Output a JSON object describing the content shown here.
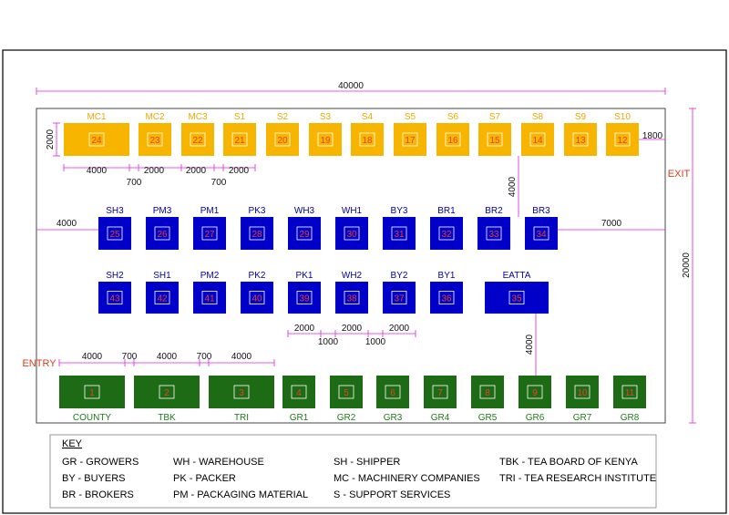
{
  "colors": {
    "orange": "#f7b500",
    "blue": "#0000c8",
    "green": "#1e6b16",
    "dim": "#e020e0",
    "booth_text": "#ffffff",
    "number_text": "#e8402a",
    "orange_label": "#f0a800",
    "blue_label": "#0000aa",
    "green_label": "#1e7a18",
    "exit_entry": "#d2401e"
  },
  "overall_width": "40000",
  "overall_height": "20000",
  "exit_label": "EXIT",
  "entry_label": "ENTRY",
  "row1": [
    {
      "label": "MC1",
      "num": "24"
    },
    {
      "label": "MC2",
      "num": "23"
    },
    {
      "label": "MC3",
      "num": "22"
    },
    {
      "label": "S1",
      "num": "21"
    },
    {
      "label": "S2",
      "num": "20"
    },
    {
      "label": "S3",
      "num": "19"
    },
    {
      "label": "S4",
      "num": "18"
    },
    {
      "label": "S5",
      "num": "17"
    },
    {
      "label": "S6",
      "num": "16"
    },
    {
      "label": "S7",
      "num": "15"
    },
    {
      "label": "S8",
      "num": "14"
    },
    {
      "label": "S9",
      "num": "13"
    },
    {
      "label": "S10",
      "num": "12"
    }
  ],
  "row2": [
    {
      "label": "SH3",
      "num": "25"
    },
    {
      "label": "PM3",
      "num": "26"
    },
    {
      "label": "PM1",
      "num": "27"
    },
    {
      "label": "PK3",
      "num": "28"
    },
    {
      "label": "WH3",
      "num": "29"
    },
    {
      "label": "WH1",
      "num": "30"
    },
    {
      "label": "BY3",
      "num": "31"
    },
    {
      "label": "BR1",
      "num": "32"
    },
    {
      "label": "BR2",
      "num": "33"
    },
    {
      "label": "BR3",
      "num": "34"
    }
  ],
  "row3": [
    {
      "label": "SH2",
      "num": "43"
    },
    {
      "label": "SH1",
      "num": "42"
    },
    {
      "label": "PM2",
      "num": "41"
    },
    {
      "label": "PK2",
      "num": "40"
    },
    {
      "label": "PK1",
      "num": "39"
    },
    {
      "label": "WH2",
      "num": "38"
    },
    {
      "label": "BY2",
      "num": "37"
    },
    {
      "label": "BY1",
      "num": "36"
    },
    {
      "label": "EATTA",
      "num": "35"
    }
  ],
  "row4": [
    {
      "label": "COUNTY",
      "num": "1"
    },
    {
      "label": "TBK",
      "num": "2"
    },
    {
      "label": "TRI",
      "num": "3"
    },
    {
      "label": "GR1",
      "num": "4"
    },
    {
      "label": "GR2",
      "num": "5"
    },
    {
      "label": "GR3",
      "num": "6"
    },
    {
      "label": "GR4",
      "num": "7"
    },
    {
      "label": "GR5",
      "num": "8"
    },
    {
      "label": "GR6",
      "num": "9"
    },
    {
      "label": "GR7",
      "num": "10"
    },
    {
      "label": "GR8",
      "num": "11"
    }
  ],
  "dims": {
    "row1_height": "2000",
    "row1_right_gap": "1800",
    "row1_spacing": [
      "4000",
      "700",
      "2000",
      "2000",
      "700",
      "2000"
    ],
    "vertical_row1_row2": "4000",
    "row2_left": "4000",
    "row2_right": "7000",
    "row3_spacing": [
      "2000",
      "1000",
      "2000",
      "1000",
      "2000"
    ],
    "vertical_row3_row4": "4000",
    "row4_spacing": [
      "4000",
      "700",
      "4000",
      "700",
      "4000"
    ]
  },
  "key": {
    "title": "KEY",
    "columns": [
      [
        "GR - GROWERS",
        "BY - BUYERS",
        "BR - BROKERS"
      ],
      [
        "WH - WAREHOUSE",
        "PK - PACKER",
        "PM - PACKAGING MATERIAL"
      ],
      [
        "SH - SHIPPER",
        "MC - MACHINERY COMPANIES",
        "S - SUPPORT SERVICES"
      ],
      [
        "TBK - TEA BOARD OF KENYA",
        "TRI - TEA RESEARCH INSTITUTE"
      ]
    ]
  }
}
